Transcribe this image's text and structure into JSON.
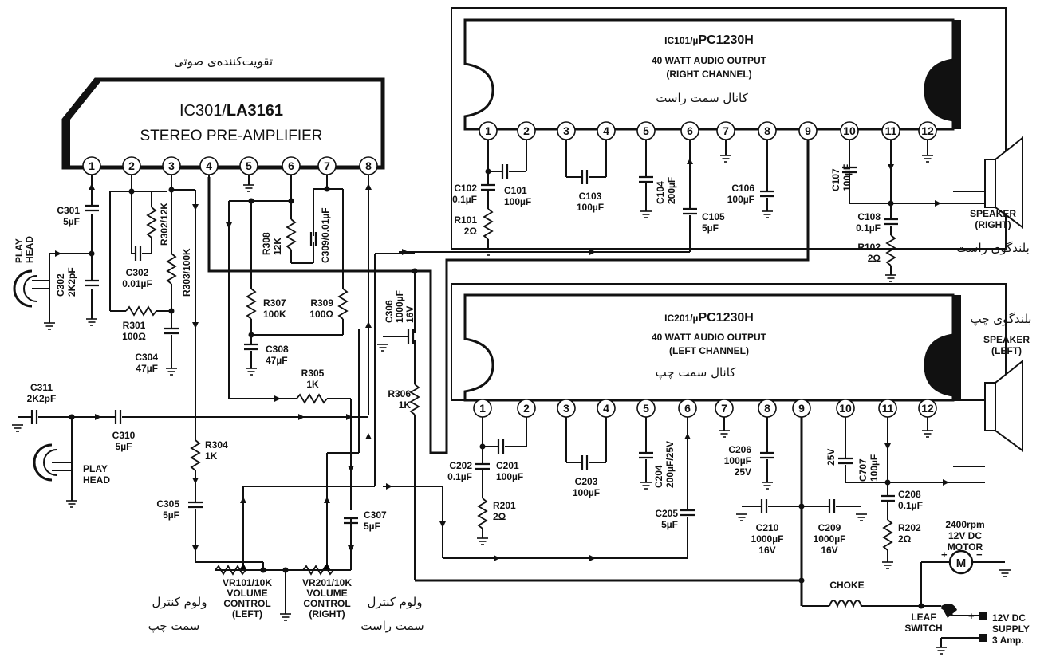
{
  "ic301": {
    "persian": "تقویت‌کننده‌ی صوتی",
    "name_prefix": "IC301/",
    "name_main": "LA3161",
    "desc": "STEREO PRE-AMPLIFIER",
    "pins": [
      "1",
      "2",
      "3",
      "4",
      "5",
      "6",
      "7",
      "8"
    ]
  },
  "ic101": {
    "name_prefix": "IC101/µ",
    "name_main": "PC1230H",
    "line1": "40 WATT AUDIO OUTPUT",
    "line2": "(RIGHT CHANNEL)",
    "persian": "کانال سمت راست",
    "pins": [
      "1",
      "2",
      "3",
      "4",
      "5",
      "6",
      "7",
      "8",
      "9",
      "10",
      "11",
      "12"
    ]
  },
  "ic201": {
    "name_prefix": "IC201/µ",
    "name_main": "PC1230H",
    "line1": "40 WATT AUDIO OUTPUT",
    "line2": "(LEFT CHANNEL)",
    "persian": "کانال سمت چپ",
    "pins": [
      "1",
      "2",
      "3",
      "4",
      "5",
      "6",
      "7",
      "8",
      "9",
      "10",
      "11",
      "12"
    ]
  },
  "components": {
    "c301": [
      "C301",
      "5µF"
    ],
    "c302": [
      "C302",
      "2K2pF"
    ],
    "c302_r": "R302/12K",
    "c302b": [
      "C302",
      "0.01µF"
    ],
    "r303": "R303/100K",
    "r301": [
      "R301",
      "100Ω"
    ],
    "c304": [
      "C304",
      "47µF"
    ],
    "r308": [
      "R308",
      "12K"
    ],
    "c309": "C309/0.01µF",
    "r307": [
      "R307",
      "100K"
    ],
    "r309": [
      "R309",
      "100Ω"
    ],
    "c308": [
      "C308",
      "47µF"
    ],
    "r305": [
      "R305",
      "1K"
    ],
    "c306": [
      "C306",
      "1000µF",
      "16V"
    ],
    "r306": [
      "R306",
      "1K"
    ],
    "c311": [
      "C311",
      "2K2pF"
    ],
    "c310": [
      "C310",
      "5µF"
    ],
    "r304": [
      "R304",
      "1K"
    ],
    "c305": [
      "C305",
      "5µF"
    ],
    "c307": [
      "C307",
      "5µF"
    ],
    "c102": [
      "C102",
      "0.1µF"
    ],
    "c101": [
      "C101",
      "100µF"
    ],
    "r101": [
      "R101",
      "2Ω"
    ],
    "c103": [
      "C103",
      "100µF"
    ],
    "c104": [
      "C104",
      "200µF"
    ],
    "c105": [
      "C105",
      "5µF"
    ],
    "c106": [
      "C106",
      "100µF"
    ],
    "c107": [
      "C107",
      "100µF"
    ],
    "c108": [
      "C108",
      "0.1µF"
    ],
    "r102": [
      "R102",
      "2Ω"
    ],
    "c202": [
      "C202",
      "0.1µF"
    ],
    "c201": [
      "C201",
      "100µF"
    ],
    "r201": [
      "R201",
      "2Ω"
    ],
    "c203": [
      "C203",
      "100µF"
    ],
    "c204": [
      "C204",
      "200µF/25V"
    ],
    "c205": [
      "C205",
      "5µF"
    ],
    "c206": [
      "C206",
      "100µF",
      "25V"
    ],
    "c707": [
      "C707",
      "100µF"
    ],
    "c707_v": "25V",
    "c208": [
      "C208",
      "0.1µF"
    ],
    "r202": [
      "R202",
      "2Ω"
    ],
    "c210": [
      "C210",
      "1000µF",
      "16V"
    ],
    "c209": [
      "C209",
      "1000µF",
      "16V"
    ]
  },
  "play_head_1": [
    "PLAY",
    "HEAD"
  ],
  "play_head_2": [
    "PLAY",
    "HEAD"
  ],
  "vr101": [
    "VR101/10K",
    "VOLUME",
    "CONTROL",
    "(LEFT)"
  ],
  "vr201": [
    "VR201/10K",
    "VOLUME",
    "CONTROL",
    "(RIGHT)"
  ],
  "vol_left_fa": [
    "ولوم کنترل",
    "سمت چپ"
  ],
  "vol_right_fa": [
    "ولوم کنترل",
    "سمت راست"
  ],
  "speaker_right": [
    "SPEAKER",
    "(RIGHT)"
  ],
  "speaker_right_fa": "بلندگوی راست",
  "speaker_left": [
    "SPEAKER",
    "(LEFT)"
  ],
  "speaker_left_fa": "بلندگوی چپ",
  "motor": [
    "2400rpm",
    "12V DC",
    "MOTOR"
  ],
  "motor_symbol": "M",
  "choke": "CHOKE",
  "leaf_switch": [
    "LEAF",
    "SWITCH"
  ],
  "supply": [
    "12V DC",
    "SUPPLY",
    "3 Amp."
  ],
  "plus": "+",
  "minus": "−"
}
